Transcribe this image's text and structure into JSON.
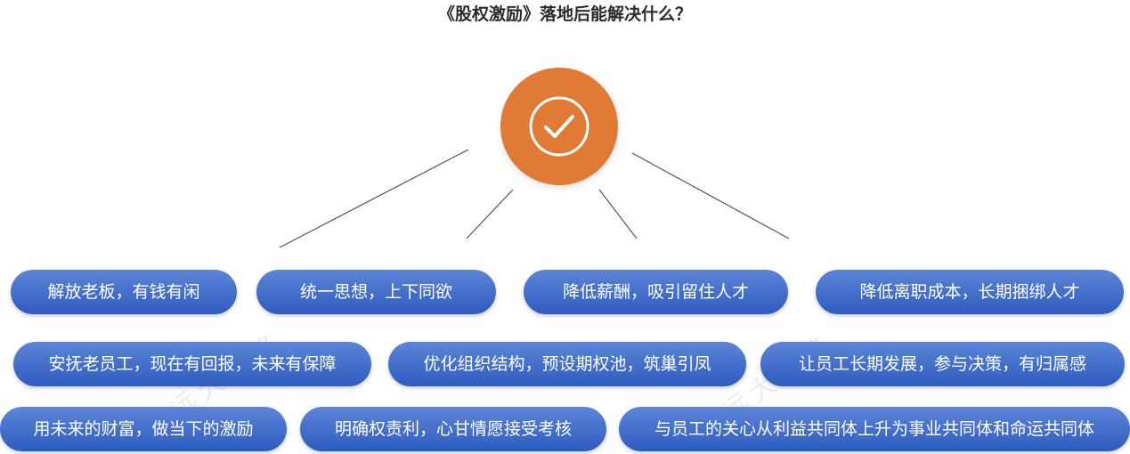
{
  "title": "《股权激励》落地后能解决什么？",
  "center_icon": "check-circle-icon",
  "colors": {
    "hub": "#e07a35",
    "pill_top": "#5d85d7",
    "pill_bottom": "#2d5bbf",
    "connector": "#555555"
  },
  "benefits": {
    "row1": [
      "解放老板，有钱有闲",
      "统一思想，上下同欲",
      "降低薪酬，吸引留住人才",
      "降低离职成本，长期捆绑人才"
    ],
    "row2": [
      "安抚老员工，现在有回报，未来有保障",
      "优化组织结构，预设期权池，筑巢引凤",
      "让员工长期发展，参与决策，有归属感"
    ],
    "row3": [
      "用未来的财富，做当下的激励",
      "明确权责利，心甘情愿接受考核",
      "与员工的关心从利益共同体上升为事业共同体和命运共同体"
    ]
  },
  "watermark": "远大方略"
}
